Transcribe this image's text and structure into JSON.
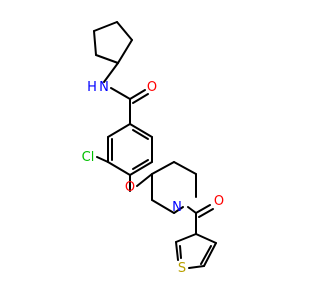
{
  "molecule": {
    "atoms": {
      "n_amide": {
        "text": "N",
        "color": "#0000ff"
      },
      "h_amide": {
        "text": "H",
        "color": "#0000ff"
      },
      "o_carbonyl_top": {
        "text": "O",
        "color": "#ff0000"
      },
      "cl": {
        "text": "Cl",
        "color": "#00c000"
      },
      "o_ether": {
        "text": "O",
        "color": "#ff0000"
      },
      "n_piperidine": {
        "text": "N",
        "color": "#0000ff"
      },
      "o_carbonyl_bottom": {
        "text": "O",
        "color": "#ff0000"
      },
      "s_thiophene": {
        "text": "S",
        "color": "#b8a000"
      }
    }
  }
}
